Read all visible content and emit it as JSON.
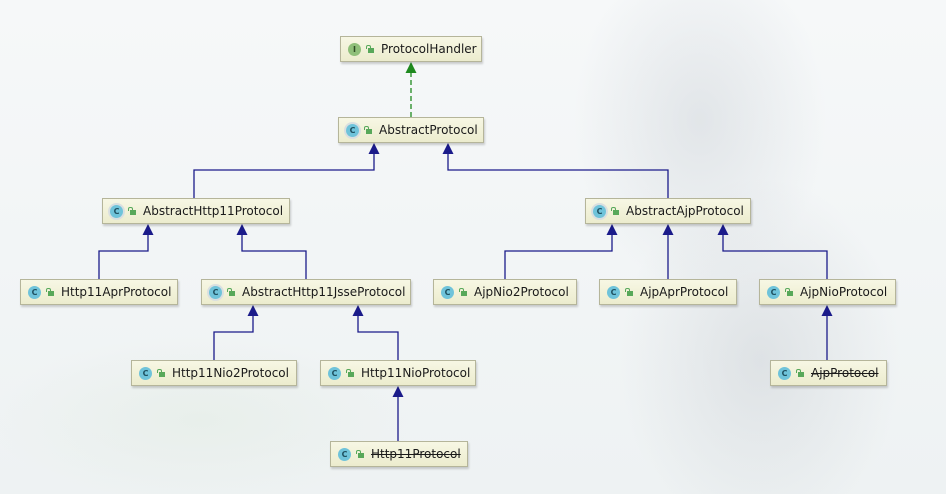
{
  "diagram": {
    "colors": {
      "extends_edge": "#1b1b8a",
      "implements_edge": "#1f8a1f",
      "node_fill": "#f2f2da",
      "node_border": "#b5b59a"
    },
    "nodes": [
      {
        "id": "ProtocolHandler",
        "label": "ProtocolHandler",
        "kind": "interface",
        "kind_glyph": "I",
        "deprecated": false
      },
      {
        "id": "AbstractProtocol",
        "label": "AbstractProtocol",
        "kind": "abstract",
        "kind_glyph": "C",
        "deprecated": false
      },
      {
        "id": "AbstractHttp11Protocol",
        "label": "AbstractHttp11Protocol",
        "kind": "abstract",
        "kind_glyph": "C",
        "deprecated": false
      },
      {
        "id": "AbstractAjpProtocol",
        "label": "AbstractAjpProtocol",
        "kind": "abstract",
        "kind_glyph": "C",
        "deprecated": false
      },
      {
        "id": "Http11AprProtocol",
        "label": "Http11AprProtocol",
        "kind": "class",
        "kind_glyph": "C",
        "deprecated": false
      },
      {
        "id": "AbstractHttp11JsseProtocol",
        "label": "AbstractHttp11JsseProtocol",
        "kind": "abstract",
        "kind_glyph": "C",
        "deprecated": false
      },
      {
        "id": "AjpNio2Protocol",
        "label": "AjpNio2Protocol",
        "kind": "class",
        "kind_glyph": "C",
        "deprecated": false
      },
      {
        "id": "AjpAprProtocol",
        "label": "AjpAprProtocol",
        "kind": "class",
        "kind_glyph": "C",
        "deprecated": false
      },
      {
        "id": "AjpNioProtocol",
        "label": "AjpNioProtocol",
        "kind": "class",
        "kind_glyph": "C",
        "deprecated": false
      },
      {
        "id": "Http11Nio2Protocol",
        "label": "Http11Nio2Protocol",
        "kind": "class",
        "kind_glyph": "C",
        "deprecated": false
      },
      {
        "id": "Http11NioProtocol",
        "label": "Http11NioProtocol",
        "kind": "class",
        "kind_glyph": "C",
        "deprecated": false
      },
      {
        "id": "AjpProtocol",
        "label": "AjpProtocol",
        "kind": "class",
        "kind_glyph": "C",
        "deprecated": true
      },
      {
        "id": "Http11Protocol",
        "label": "Http11Protocol",
        "kind": "class",
        "kind_glyph": "C",
        "deprecated": true
      }
    ],
    "edges": [
      {
        "from": "AbstractProtocol",
        "to": "ProtocolHandler",
        "type": "implements"
      },
      {
        "from": "AbstractHttp11Protocol",
        "to": "AbstractProtocol",
        "type": "extends"
      },
      {
        "from": "AbstractAjpProtocol",
        "to": "AbstractProtocol",
        "type": "extends"
      },
      {
        "from": "Http11AprProtocol",
        "to": "AbstractHttp11Protocol",
        "type": "extends"
      },
      {
        "from": "AbstractHttp11JsseProtocol",
        "to": "AbstractHttp11Protocol",
        "type": "extends"
      },
      {
        "from": "AjpNio2Protocol",
        "to": "AbstractAjpProtocol",
        "type": "extends"
      },
      {
        "from": "AjpAprProtocol",
        "to": "AbstractAjpProtocol",
        "type": "extends"
      },
      {
        "from": "AjpNioProtocol",
        "to": "AbstractAjpProtocol",
        "type": "extends"
      },
      {
        "from": "Http11Nio2Protocol",
        "to": "AbstractHttp11JsseProtocol",
        "type": "extends"
      },
      {
        "from": "Http11NioProtocol",
        "to": "AbstractHttp11JsseProtocol",
        "type": "extends"
      },
      {
        "from": "AjpProtocol",
        "to": "AjpNioProtocol",
        "type": "extends"
      },
      {
        "from": "Http11Protocol",
        "to": "Http11NioProtocol",
        "type": "extends"
      }
    ]
  }
}
